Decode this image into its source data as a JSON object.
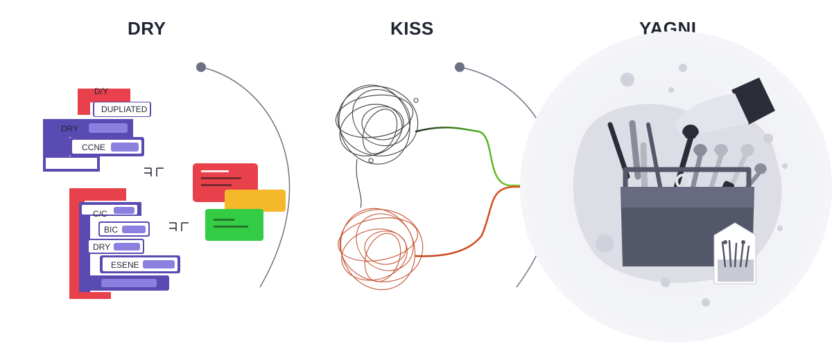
{
  "titles": {
    "dry": "DRY",
    "kiss": "KISS",
    "yagni": "YAGNI"
  },
  "dry": {
    "block_labels": {
      "top_tab": "D/Y",
      "duplicated": "DUPLIATED",
      "dry_top": "DRY",
      "clone": "CCNE",
      "cc": "C/C",
      "bc": "BIC",
      "dry_bottom": "DRY",
      "esene": "ESENE"
    }
  },
  "colors": {
    "red": "#e8414b",
    "purple": "#5a4bb3",
    "purple_dark": "#4a3fa0",
    "lavender": "#8b7fe0",
    "orange": "#f4b82a",
    "green": "#33cc44",
    "ink": "#1f2430",
    "gray": "#6e7183",
    "wire_green": "#4caf1c",
    "wire_orange": "#e2531b"
  }
}
